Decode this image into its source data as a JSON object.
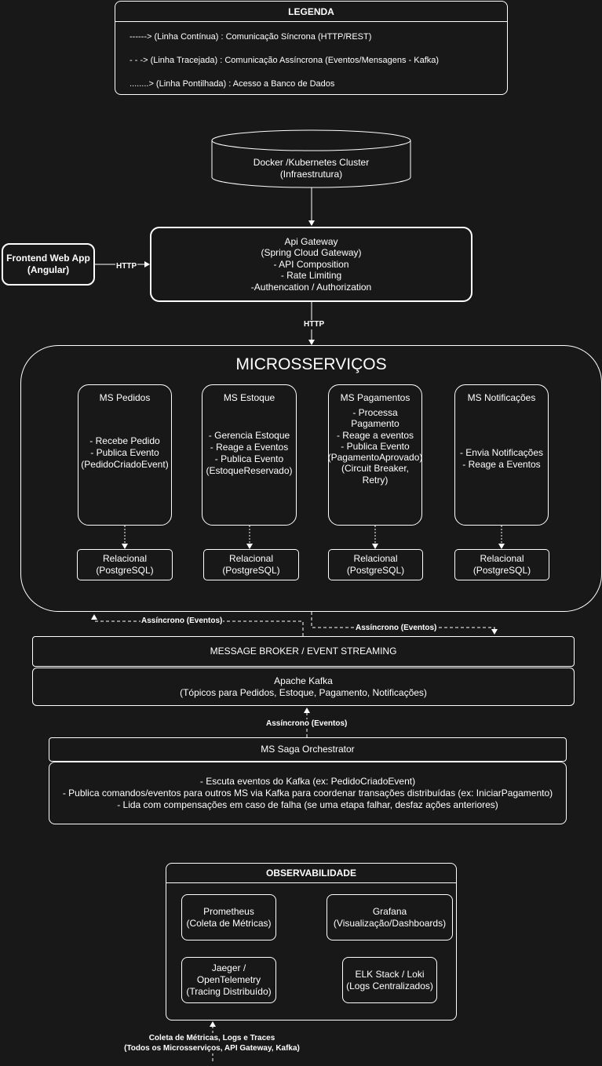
{
  "legend": {
    "title": "LEGENDA",
    "items": [
      "------> (Linha Contínua) : Comunicação Síncrona (HTTP/REST)",
      "- - -> (Linha Tracejada) : Comunicação Assíncrona (Eventos/Mensagens - Kafka)",
      "........> (Linha Pontilhada) : Acesso a Banco de Dados"
    ]
  },
  "cluster": {
    "lines": [
      "Docker /Kubernetes Cluster",
      "(Infraestrutura)"
    ]
  },
  "frontend": {
    "lines": [
      "Frontend Web App",
      "(Angular)"
    ]
  },
  "gateway": {
    "lines": [
      "Api Gateway",
      "(Spring Cloud Gateway)",
      "- API Composition",
      "- Rate Limiting",
      "-Authencation / Authorization"
    ]
  },
  "edges": {
    "frontend_gateway": "HTTP",
    "gateway_micro": "HTTP",
    "async_left": "Assíncrono (Eventos)",
    "async_right": "Assíncrono (Eventos)",
    "saga_kafka": "Assíncrono (Eventos)",
    "observability_lines": [
      "Coleta de Métricas, Logs e Traces",
      "(Todos os Microsserviços, API Gateway, Kafka)"
    ]
  },
  "microservices": {
    "title": "MICROSSERVIÇOS",
    "services": [
      {
        "name": "MS Pedidos",
        "lines": [
          "- Recebe Pedido",
          "- Publica Evento",
          "(PedidoCriadoEvent)"
        ],
        "db": [
          "Relacional",
          "(PostgreSQL)"
        ]
      },
      {
        "name": "MS Estoque",
        "lines": [
          "- Gerencia Estoque",
          "- Reage a Eventos",
          "- Publica Evento",
          "(EstoqueReservado)"
        ],
        "db": [
          "Relacional",
          "(PostgreSQL)"
        ]
      },
      {
        "name": "MS Pagamentos",
        "lines": [
          "- Processa",
          "Pagamento",
          "- Reage a eventos",
          "- Publica Evento",
          "(PagamentoAprovado)",
          "(Circuit Breaker,",
          "Retry)"
        ],
        "db": [
          "Relacional",
          "(PostgreSQL)"
        ]
      },
      {
        "name": "MS Notificações",
        "lines": [
          "- Envia Notificações",
          "- Reage a Eventos"
        ],
        "db": [
          "Relacional",
          "(PostgreSQL)"
        ]
      }
    ]
  },
  "broker": {
    "title": "MESSAGE BROKER / EVENT STREAMING"
  },
  "kafka": {
    "lines": [
      "Apache Kafka",
      "(Tópicos para Pedidos, Estoque, Pagamento, Notificações)"
    ]
  },
  "saga": {
    "title": "MS Saga Orchestrator",
    "lines": [
      "- Escuta eventos do Kafka (ex: PedidoCriadoEvent)",
      "- Publica comandos/eventos para outros MS via Kafka para coordenar transações distribuídas (ex: IniciarPagamento)",
      "- Lida com compensações em caso de falha (se uma etapa falhar, desfaz ações anteriores)"
    ]
  },
  "observability": {
    "title": "OBSERVABILIDADE",
    "tools": [
      {
        "lines": [
          "Prometheus",
          "(Coleta de Métricas)"
        ]
      },
      {
        "lines": [
          "Grafana",
          "(Visualização/Dashboards)"
        ]
      },
      {
        "lines": [
          "Jaeger /",
          "OpenTelemetry",
          "(Tracing Distribuído)"
        ]
      },
      {
        "lines": [
          "ELK Stack / Loki",
          "(Logs Centralizados)"
        ]
      }
    ]
  },
  "colors": {
    "background": "#181818",
    "stroke": "#ffffff",
    "text": "#ffffff"
  }
}
